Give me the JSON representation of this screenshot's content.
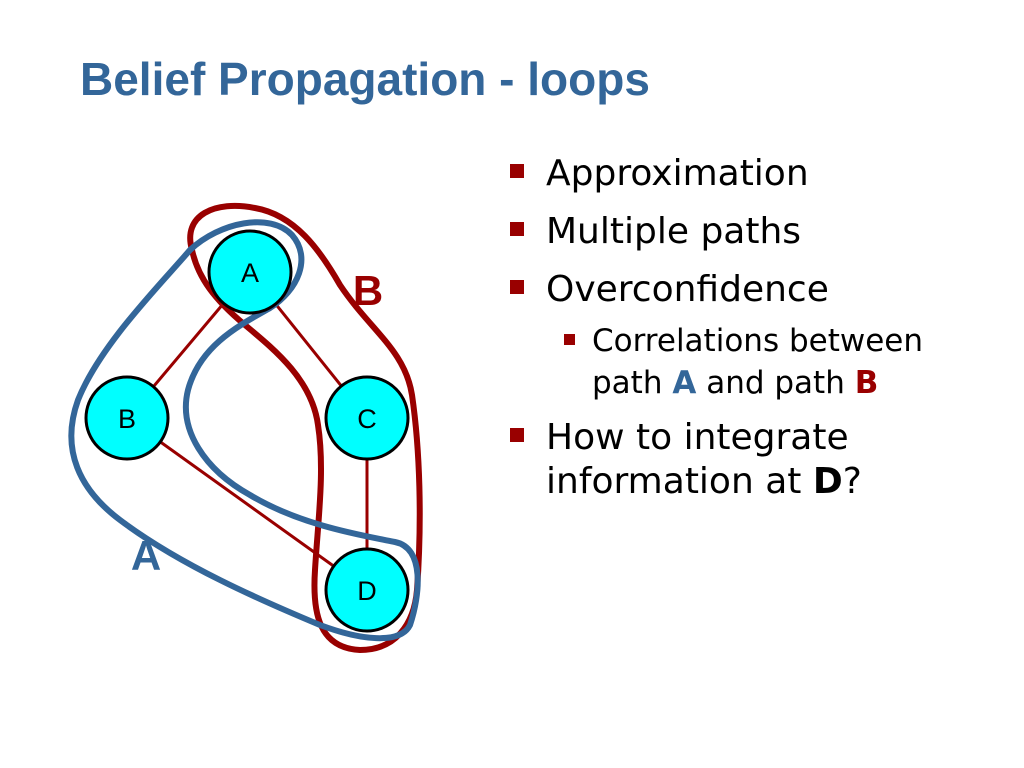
{
  "slide": {
    "title": "Belief Propagation - loops"
  },
  "diagram": {
    "nodes": [
      {
        "id": "A",
        "label": "A"
      },
      {
        "id": "B",
        "label": "B"
      },
      {
        "id": "C",
        "label": "C"
      },
      {
        "id": "D",
        "label": "D"
      }
    ],
    "edges": [
      [
        "A",
        "B"
      ],
      [
        "A",
        "C"
      ],
      [
        "B",
        "D"
      ],
      [
        "C",
        "D"
      ]
    ],
    "paths": [
      {
        "label": "A",
        "color": "#336699"
      },
      {
        "label": "B",
        "color": "#990000"
      }
    ],
    "node_fill": "#00ffff",
    "edge_color": "#990000"
  },
  "bullets": {
    "item1": "Approximation",
    "item2": "Multiple paths",
    "item3": "Overconfidence",
    "sub1_part1": "Correlations between",
    "sub1_part2": "path ",
    "sub1_a": "A",
    "sub1_part3": " and path ",
    "sub1_b": "B",
    "item4_part1": "How to integrate",
    "item4_part2": "information at ",
    "item4_d": "D",
    "item4_part3": "?"
  },
  "colors": {
    "title": "#336699",
    "bullet_marker": "#990000",
    "path_a": "#336699",
    "path_b": "#990000"
  }
}
